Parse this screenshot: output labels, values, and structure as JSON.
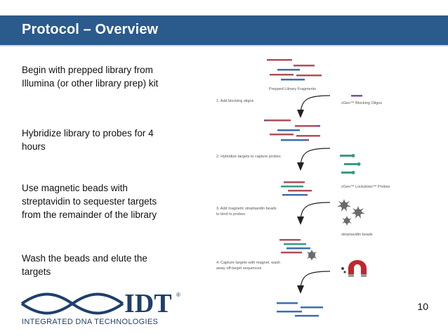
{
  "slide": {
    "title": "Protocol – Overview",
    "bullets": [
      "Begin with prepped library from Illumina (or other library prep) kit",
      "Hybridize library to probes for 4 hours",
      "Use magnetic beads with streptavidin to sequester targets from the remainder of the library",
      "Wash the beads and elute the targets"
    ],
    "page_number": "10"
  },
  "diagram": {
    "labels": {
      "fragments": "Prepped Library Fragments",
      "step1": "1. Add blocking oligos",
      "blocking_oligos": "xGen™ Blocking Oligos",
      "step2": "2. Hybridize targets to capture probes",
      "lockdown_probes": "xGen™ Lockdown™ Probes",
      "step3_line1": "3. Add magnetic streptavidin beads",
      "step3_line2": "to bind to probes",
      "streptavidin_beads": "streptavidin beads",
      "step4_line1": "4. Capture targets with magnet, wash",
      "step4_line2": "away off-target sequences"
    },
    "colors": {
      "red_strand": "#b0505a",
      "blue_strand": "#3d6fb0",
      "purple_oligo": "#7e4f9a",
      "green_probe": "#3a9b86",
      "bead": "#6b6b6b",
      "magnet": "#c0262d"
    }
  },
  "logo": {
    "brand": "IDT",
    "registered": "®",
    "subtitle": "INTEGRATED DNA TECHNOLOGIES",
    "color": "#1f3f6a"
  }
}
